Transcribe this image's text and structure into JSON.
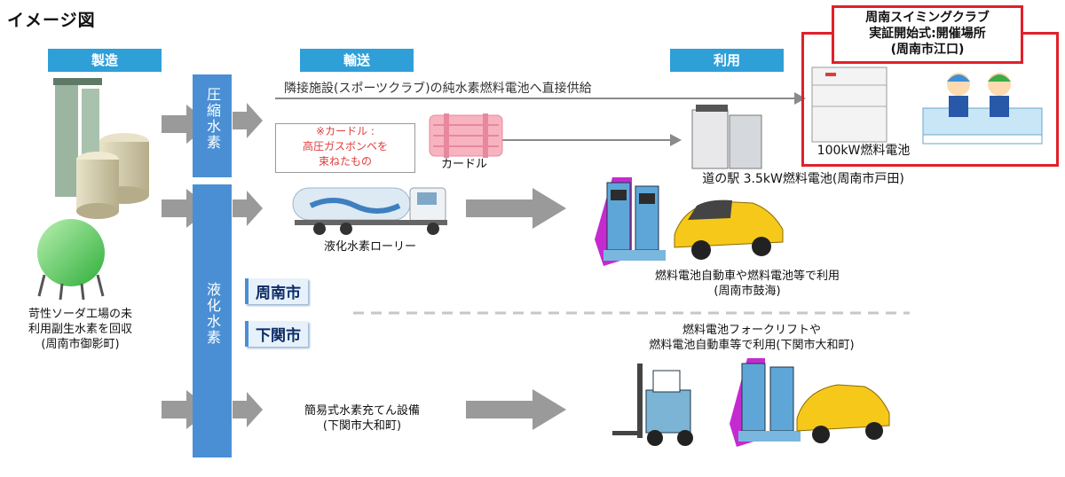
{
  "title": "イメージ図",
  "stages": {
    "production": "製造",
    "transport": "輸送",
    "usage": "利用"
  },
  "bars": {
    "compressed": "圧縮水素",
    "liquefied": "液化水素"
  },
  "production_caption": [
    "苛性ソーダ工場の未",
    "利用副生水素を回収",
    "(周南市御影町)"
  ],
  "direct_supply": "隣接施設(スポーツクラブ)の純水素燃料電池へ直接供給",
  "curdle_note": [
    "※カードル :",
    "高圧ガスボンベを",
    "束ねたもの"
  ],
  "curdle_label": "カードル",
  "lorry_label": "液化水素ローリー",
  "simple_station": [
    "簡易式水素充てん設備",
    "(下関市大和町)"
  ],
  "cities": {
    "shunan": "周南市",
    "shimonoseki": "下関市"
  },
  "ceremony_box": [
    "周南スイミングクラブ",
    "実証開始式:開催場所",
    "(周南市江口)"
  ],
  "fuel_cell_100": "100kW燃料電池",
  "michinoeki": "道の駅 3.5kW燃料電池(周南市戸田)",
  "fcv_shunan": [
    "燃料電池自動車や燃料電池等で利用",
    "(周南市鼓海)"
  ],
  "forklift_shimonoseki": [
    "燃料電池フォークリフトや",
    "燃料電池自動車等で利用(下関市大和町)"
  ],
  "icons": [
    "hydrogen-plant-icon",
    "spherical-tank-icon",
    "curdle-cylinder-icon",
    "tank-lorry-icon",
    "fuel-cell-unit-icon",
    "swimming-children-icon",
    "hydrogen-dispenser-icon",
    "fcv-car-icon",
    "forklift-icon"
  ],
  "colors": {
    "header_blue": "#2f9fd8",
    "bar_blue": "#4a8fd4",
    "arrow_gray": "#9a9a9a",
    "highlight_red": "#e0202a"
  }
}
